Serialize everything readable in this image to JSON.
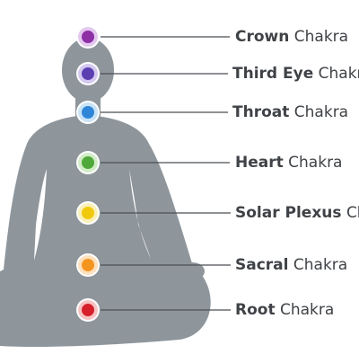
{
  "colors": {
    "figure": "#8e969c",
    "line": "#4b4f53",
    "text": "#3f4246",
    "background": "#ffffff"
  },
  "chakras": [
    {
      "name": "Crown",
      "suffix": "Chakra",
      "color": "#8e2fa6",
      "glow": "#e3c8ee"
    },
    {
      "name": "Third Eye",
      "suffix": "Chakr",
      "color": "#5b3fb0",
      "glow": "#d3c8f0"
    },
    {
      "name": "Throat",
      "suffix": "Chakra",
      "color": "#2f86d8",
      "glow": "#c9e3f7"
    },
    {
      "name": "Heart",
      "suffix": "Chakra",
      "color": "#4fa83a",
      "glow": "#d2ecc8"
    },
    {
      "name": "Solar Plexus",
      "suffix": "Ch",
      "color": "#f1c90c",
      "glow": "#fbf0b8"
    },
    {
      "name": "Sacral",
      "suffix": "Chakra",
      "color": "#f49520",
      "glow": "#fde0bd"
    },
    {
      "name": "Root",
      "suffix": "Chakra",
      "color": "#d5202c",
      "glow": "#f6c4c4"
    }
  ]
}
